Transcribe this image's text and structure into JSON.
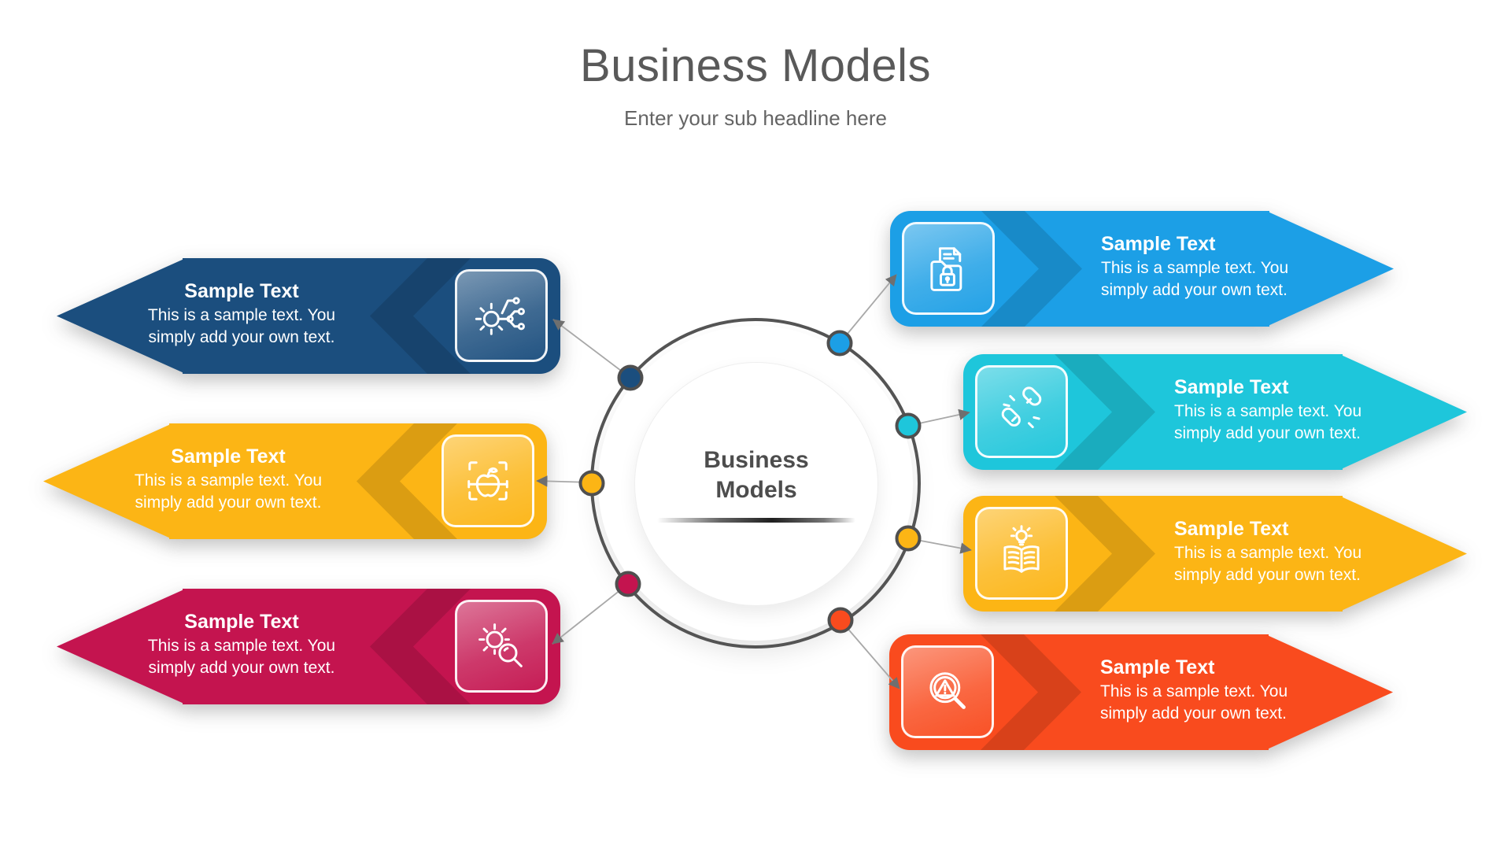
{
  "page": {
    "title": "Business Models",
    "subtitle": "Enter your sub headline here"
  },
  "center": {
    "title_line1": "Business",
    "title_line2": "Models"
  },
  "colors": {
    "title_text": "#595959",
    "subtitle_text": "#646464",
    "center_text": "#4d4d4d",
    "ring_stroke": "#545454",
    "node_stroke": "#4f4f4f",
    "connector_line": "#a8a8a8",
    "arrowhead": "#6f6f6f",
    "banner_text": "#ffffff"
  },
  "banners": [
    {
      "id": 1,
      "side": "left",
      "color": "#1b4e7e",
      "icon": "gear-circuit-icon",
      "title": "Sample Text",
      "body_line1": "This is a sample text. You",
      "body_line2": "simply add your own text."
    },
    {
      "id": 2,
      "side": "left",
      "color": "#fcb515",
      "icon": "apple-scan-icon",
      "title": "Sample Text",
      "body_line1": "This is a sample text. You",
      "body_line2": "simply add your own text."
    },
    {
      "id": 3,
      "side": "left",
      "color": "#c4144f",
      "icon": "gear-search-icon",
      "title": "Sample Text",
      "body_line1": "This is a sample text. You",
      "body_line2": "simply add your own text."
    },
    {
      "id": 4,
      "side": "right",
      "color": "#1c9fe6",
      "icon": "secure-document-icon",
      "title": "Sample Text",
      "body_line1": "This is a sample text. You",
      "body_line2": "simply add your own text."
    },
    {
      "id": 5,
      "side": "right",
      "color": "#1ec6db",
      "icon": "broken-link-icon",
      "title": "Sample Text",
      "body_line1": "This is a sample text. You",
      "body_line2": "simply add your own text."
    },
    {
      "id": 6,
      "side": "right",
      "color": "#fcb515",
      "icon": "book-bulb-icon",
      "title": "Sample Text",
      "body_line1": "This is a sample text. You",
      "body_line2": "simply add your own text."
    },
    {
      "id": 7,
      "side": "right",
      "color": "#f94b1e",
      "icon": "search-warning-icon",
      "title": "Sample Text",
      "body_line1": "This is a sample text. You",
      "body_line2": "simply add your own text."
    }
  ]
}
